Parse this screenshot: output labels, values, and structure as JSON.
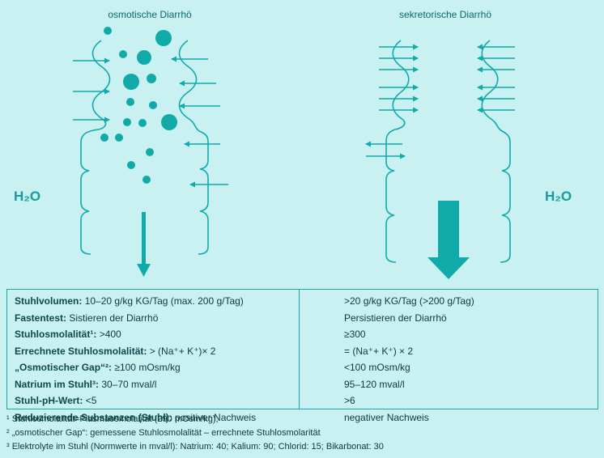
{
  "diagram": {
    "left_title": "osmotische Diarrhö",
    "right_title": "sekretorische Diarrhö",
    "water_left": "H₂O",
    "water_right": "H₂O"
  },
  "table": {
    "rows": [
      {
        "label": "Stuhlvolumen:",
        "osmotic": "10–20 g/kg KG/Tag (max. 200 g/Tag)",
        "secretory": ">20 g/kg KG/Tag (>200 g/Tag)"
      },
      {
        "label": "Fastentest:",
        "osmotic": "Sistieren der Diarrhö",
        "secretory": "Persistieren der Diarrhö"
      },
      {
        "label": "Stuhlosmolalität¹:",
        "osmotic": ">400",
        "secretory": "≥300"
      },
      {
        "label": "Errechnete Stuhlosmolalität:",
        "osmotic": "> (Na⁺+ K⁺)× 2",
        "secretory": "= (Na⁺+ K⁺) × 2"
      },
      {
        "label": "„Osmotischer Gap“²:",
        "osmotic": "≥100 mOsm/kg",
        "secretory": "<100 mOsm/kg"
      },
      {
        "label": "Natrium im Stuhl³:",
        "osmotic": "30–70 mval/l",
        "secretory": "95–120 mval/l"
      },
      {
        "label": "Stuhl-pH-Wert:",
        "osmotic": "<5",
        "secretory": ">6"
      },
      {
        "label": "Reduzierende Substanzen (Stuhl):",
        "osmotic": "positiver Nachweis",
        "secretory": "negativer Nachweis"
      }
    ]
  },
  "footnotes": [
    "¹ Stuhlosmolalität≈Plasmaosmolalität (290 mOsm/kg);",
    "² „osmotischer Gap“: gemessene Stuhlosmolalität – errechnete Stuhlosmolarität",
    "³ Elektrolyte im Stuhl (Normwerte in mval/l): Natrium: 40; Kalium: 90; Chlorid: 15; Bikarbonat: 30"
  ],
  "colors": {
    "background": "#c9f1f1",
    "accent": "#10aaa9",
    "text": "#0b3b3d"
  }
}
